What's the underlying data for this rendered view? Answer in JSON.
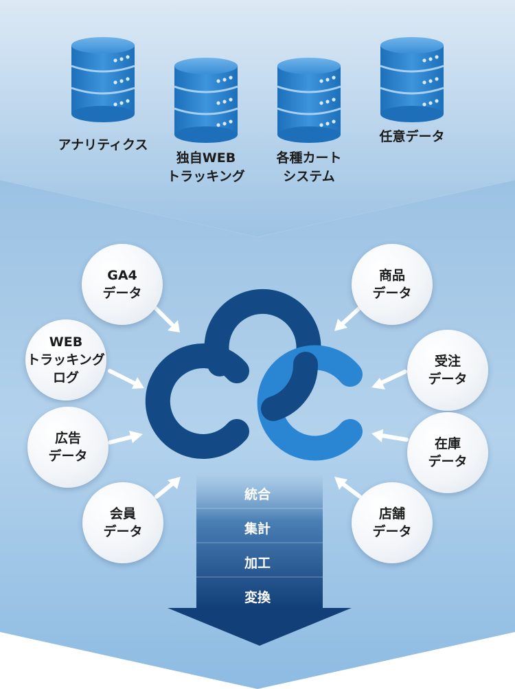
{
  "sources": [
    {
      "lines": [
        "アナリティクス"
      ]
    },
    {
      "lines": [
        "独自WEB",
        "トラッキング"
      ]
    },
    {
      "lines": [
        "各種カート",
        "システム"
      ]
    },
    {
      "lines": [
        "任意データ"
      ]
    }
  ],
  "left_bubbles": [
    {
      "lines": [
        "GA4",
        "データ"
      ]
    },
    {
      "lines": [
        "WEB",
        "トラッキング",
        "ログ"
      ]
    },
    {
      "lines": [
        "広告",
        "データ"
      ]
    },
    {
      "lines": [
        "会員",
        "データ"
      ]
    }
  ],
  "right_bubbles": [
    {
      "lines": [
        "商品",
        "データ"
      ]
    },
    {
      "lines": [
        "受注",
        "データ"
      ]
    },
    {
      "lines": [
        "在庫",
        "データ"
      ]
    },
    {
      "lines": [
        "店舗",
        "データ"
      ]
    }
  ],
  "process_steps": [
    "統合",
    "集計",
    "加工",
    "変換"
  ],
  "colors": {
    "top_bg": "#a9cbe7",
    "bottom_bg": "#c3dbef",
    "db_blue": "#2e7fc9",
    "logo_dark": "#134a85",
    "logo_light": "#2a86d2",
    "arrow_dark": "#123f78"
  },
  "icons": {
    "database": "database-icon",
    "logo": "cloud-ring-logo-icon"
  }
}
